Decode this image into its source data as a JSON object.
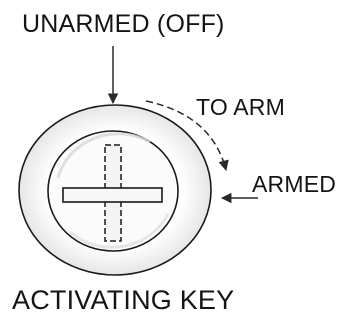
{
  "labels": {
    "unarmed": "UNARMED (OFF)",
    "to_arm": "TO ARM",
    "armed": "ARMED",
    "caption": "ACTIVATING KEY"
  },
  "colors": {
    "ink": "#141414",
    "face_shading": "#ececec",
    "inner_face": "#f7f7f7"
  },
  "icons": {
    "key_dial": "activating-key-dial-icon",
    "slot": "cross-slot-icon",
    "arrows": [
      "down-arrow-icon",
      "curved-arrow-icon",
      "left-arrow-icon"
    ]
  }
}
